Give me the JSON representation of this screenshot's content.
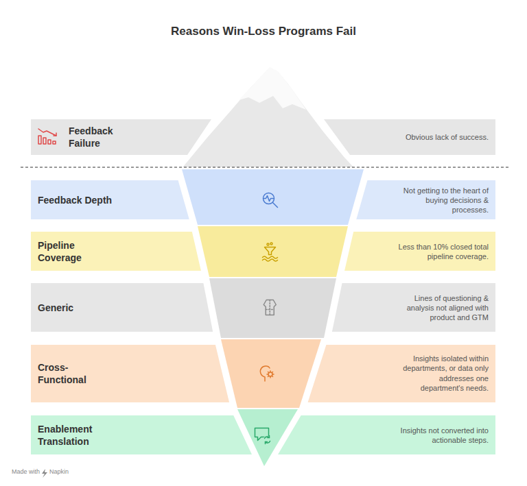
{
  "diagram": {
    "title": "Reasons Win-Loss Programs Fail",
    "nodes": [
      {
        "text": [
          "Feedback Failure",
          "Obvious lack of success."
        ]
      },
      {
        "text": [
          "Feedback Depth",
          "Not getting to the heart of buying decisions & processes."
        ]
      },
      {
        "text": [
          "Pipeline Coverage",
          "Less than 10% closed total pipeline coverage."
        ]
      },
      {
        "text": [
          "Generic",
          "Lines of questioning & analysis not aligned with product and GTM"
        ]
      },
      {
        "text": [
          "Cross-Functional",
          "Insights isolated within departments, or data only addresses one department's needs."
        ]
      },
      {
        "text": [
          "Enablement Translation",
          "Insights not converted into actionable steps."
        ]
      }
    ],
    "labels": [
      "Made with",
      "Napkin"
    ]
  }
}
